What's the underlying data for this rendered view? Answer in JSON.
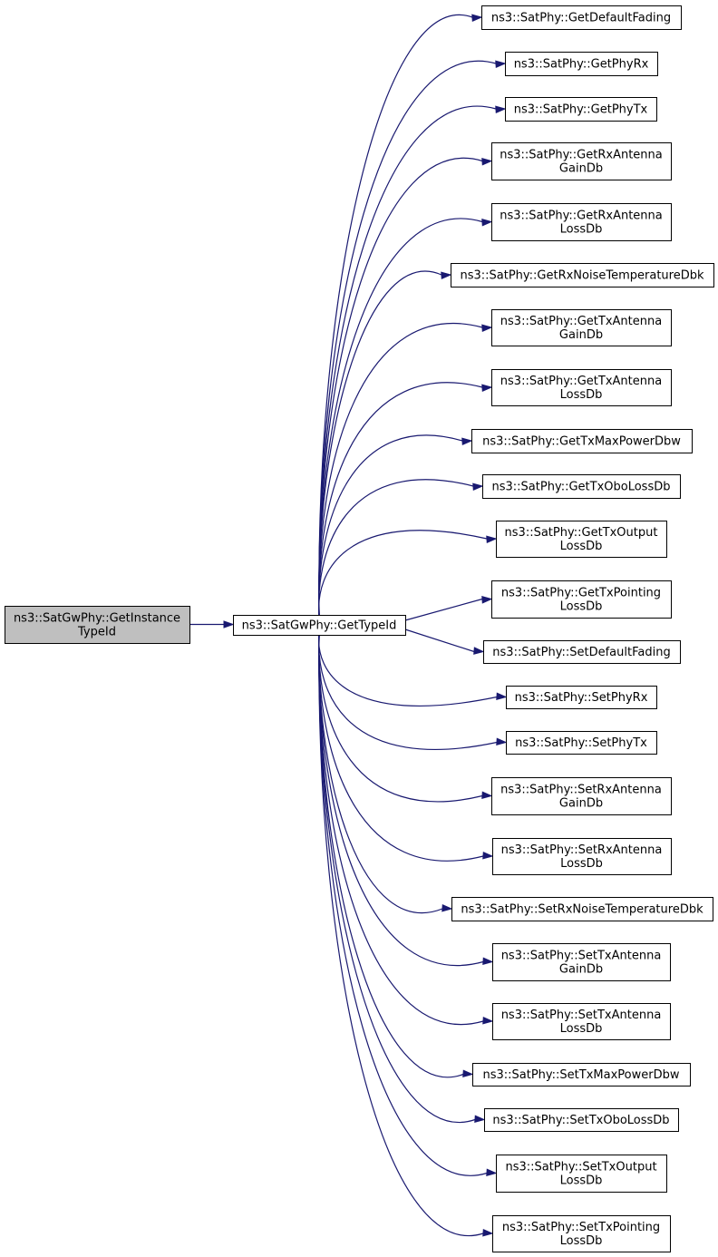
{
  "graph": {
    "edge_color": "#191970",
    "root": {
      "lines": [
        "ns3::SatGwPhy::GetInstance",
        "TypeId"
      ],
      "fill": "#bfbfbf"
    },
    "hub": {
      "lines": [
        "ns3::SatGwPhy::GetTypeId"
      ]
    },
    "callees": [
      {
        "lines": [
          "ns3::SatPhy::GetDefaultFading"
        ]
      },
      {
        "lines": [
          "ns3::SatPhy::GetPhyRx"
        ]
      },
      {
        "lines": [
          "ns3::SatPhy::GetPhyTx"
        ]
      },
      {
        "lines": [
          "ns3::SatPhy::GetRxAntenna",
          "GainDb"
        ]
      },
      {
        "lines": [
          "ns3::SatPhy::GetRxAntenna",
          "LossDb"
        ]
      },
      {
        "lines": [
          "ns3::SatPhy::GetRxNoiseTemperatureDbk"
        ]
      },
      {
        "lines": [
          "ns3::SatPhy::GetTxAntenna",
          "GainDb"
        ]
      },
      {
        "lines": [
          "ns3::SatPhy::GetTxAntenna",
          "LossDb"
        ]
      },
      {
        "lines": [
          "ns3::SatPhy::GetTxMaxPowerDbw"
        ]
      },
      {
        "lines": [
          "ns3::SatPhy::GetTxOboLossDb"
        ]
      },
      {
        "lines": [
          "ns3::SatPhy::GetTxOutput",
          "LossDb"
        ]
      },
      {
        "lines": [
          "ns3::SatPhy::GetTxPointing",
          "LossDb"
        ]
      },
      {
        "lines": [
          "ns3::SatPhy::SetDefaultFading"
        ]
      },
      {
        "lines": [
          "ns3::SatPhy::SetPhyRx"
        ]
      },
      {
        "lines": [
          "ns3::SatPhy::SetPhyTx"
        ]
      },
      {
        "lines": [
          "ns3::SatPhy::SetRxAntenna",
          "GainDb"
        ]
      },
      {
        "lines": [
          "ns3::SatPhy::SetRxAntenna",
          "LossDb"
        ]
      },
      {
        "lines": [
          "ns3::SatPhy::SetRxNoiseTemperatureDbk"
        ]
      },
      {
        "lines": [
          "ns3::SatPhy::SetTxAntenna",
          "GainDb"
        ]
      },
      {
        "lines": [
          "ns3::SatPhy::SetTxAntenna",
          "LossDb"
        ]
      },
      {
        "lines": [
          "ns3::SatPhy::SetTxMaxPowerDbw"
        ]
      },
      {
        "lines": [
          "ns3::SatPhy::SetTxOboLossDb"
        ]
      },
      {
        "lines": [
          "ns3::SatPhy::SetTxOutput",
          "LossDb"
        ]
      },
      {
        "lines": [
          "ns3::SatPhy::SetTxPointing",
          "LossDb"
        ]
      }
    ]
  }
}
